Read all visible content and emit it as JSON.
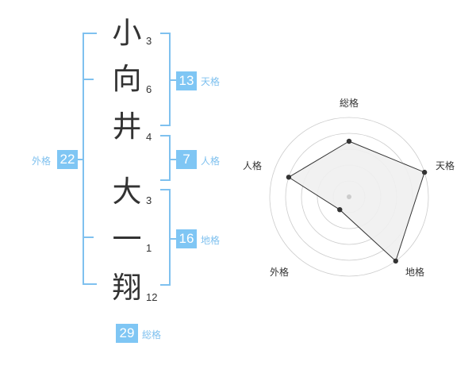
{
  "name": {
    "characters": [
      {
        "char": "小",
        "strokes": "3"
      },
      {
        "char": "向",
        "strokes": "6"
      },
      {
        "char": "井",
        "strokes": "4"
      },
      {
        "char": "大",
        "strokes": "3"
      },
      {
        "char": "一",
        "strokes": "1"
      },
      {
        "char": "翔",
        "strokes": "12"
      }
    ]
  },
  "fortune": {
    "tenkaku": {
      "value": "13",
      "label": "天格"
    },
    "jinkaku": {
      "value": "7",
      "label": "人格"
    },
    "chikaku": {
      "value": "16",
      "label": "地格"
    },
    "gaikaku": {
      "value": "22",
      "label": "外格"
    },
    "soukaku": {
      "value": "29",
      "label": "総格"
    }
  },
  "colors": {
    "accent": "#7fc6f4",
    "bracket": "#7fc1ef",
    "text": "#333333",
    "radar_fill": "#f0f0f0",
    "radar_grid": "#cccccc"
  },
  "chart_data": {
    "type": "radar",
    "axes": [
      "総格",
      "天格",
      "地格",
      "外格",
      "人格"
    ],
    "values": [
      3.5,
      5,
      5,
      1,
      4
    ],
    "range": [
      0,
      5
    ]
  }
}
